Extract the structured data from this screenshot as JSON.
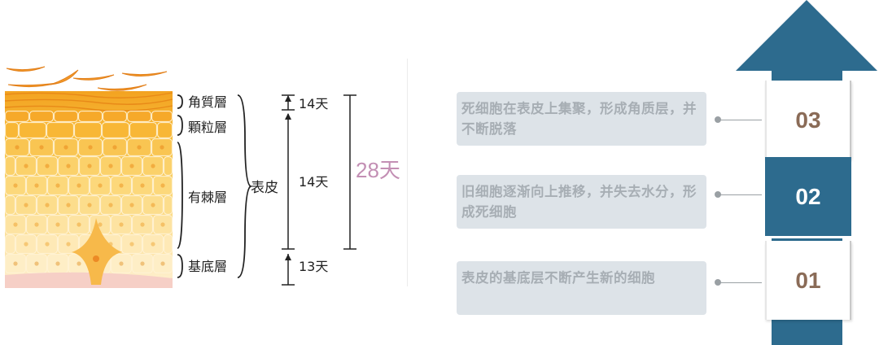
{
  "diagram": {
    "layers": [
      {
        "id": "stratum-corneum",
        "label": "角質層"
      },
      {
        "id": "stratum-granulosum",
        "label": "顆粒層"
      },
      {
        "id": "stratum-spinosum",
        "label": "有棘層"
      },
      {
        "id": "stratum-basale",
        "label": "基底層"
      }
    ],
    "epidermis_label": "表皮",
    "durations": {
      "top": "14天",
      "middle": "14天",
      "bottom": "13天",
      "total": "28天"
    },
    "colors": {
      "total_label": "#c38fb4"
    }
  },
  "stages": [
    {
      "number": "03",
      "text": "死细胞在表皮上集聚，形成角质层，并不断脱落",
      "style": "white"
    },
    {
      "number": "02",
      "text": "旧细胞逐渐向上推移，并失去水分，形成死细胞",
      "style": "blue"
    },
    {
      "number": "01",
      "text": "表皮的基底层不断产生新的细胞",
      "style": "white"
    }
  ],
  "colors": {
    "arrow": "#2d6b8e",
    "number_text": "#8a6b57",
    "card_bg": "#dde3e8",
    "card_text": "#a7aeb4"
  }
}
